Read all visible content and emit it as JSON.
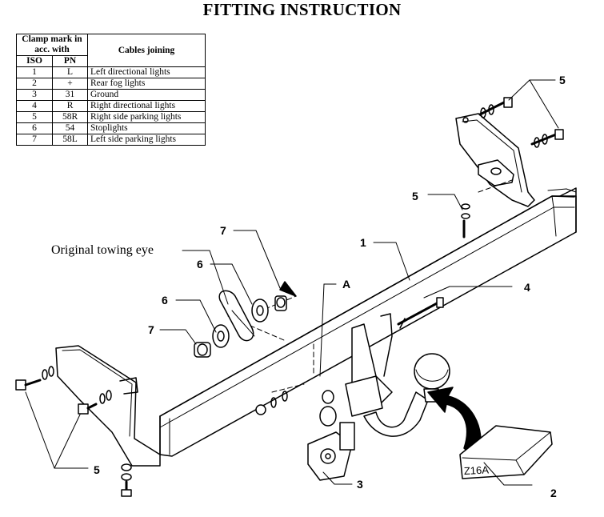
{
  "title": "FITTING INSTRUCTION",
  "table": {
    "header_clamp": "Clamp mark in acc. with",
    "header_cables": "Cables joining",
    "header_iso": "ISO",
    "header_pn": "PN",
    "rows": [
      {
        "iso": "1",
        "pn": "L",
        "cable": "Left directional lights"
      },
      {
        "iso": "2",
        "pn": "+",
        "cable": "Rear fog lights"
      },
      {
        "iso": "3",
        "pn": "31",
        "cable": "Ground"
      },
      {
        "iso": "4",
        "pn": "R",
        "cable": "Right directional lights"
      },
      {
        "iso": "5",
        "pn": "58R",
        "cable": "Right side parking lights"
      },
      {
        "iso": "6",
        "pn": "54",
        "cable": "Stoplights"
      },
      {
        "iso": "7",
        "pn": "58L",
        "cable": "Left side parking lights"
      }
    ]
  },
  "callouts": {
    "towing_eye": "Original towing eye",
    "part_1": "1",
    "part_2": "2",
    "part_3": "3",
    "part_4": "4",
    "part_5_top": "5",
    "part_5_mid": "5",
    "part_5_bottom": "5",
    "part_6_upper": "6",
    "part_6_lower": "6",
    "part_7_upper": "7",
    "part_7_lower": "7",
    "point_a": "A"
  },
  "label_box_text": "Z16A"
}
